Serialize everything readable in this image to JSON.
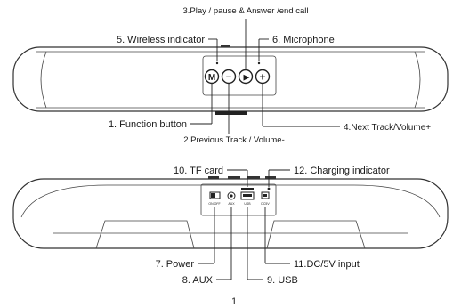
{
  "front_view": {
    "labels": {
      "play_pause": "3.Play / pause & Answer /end call",
      "wireless_indicator": "5. Wireless indicator",
      "microphone": "6. Microphone",
      "function_button": "1. Function button",
      "previous_track": "2.Previous Track / Volume-",
      "next_track": "4.Next Track/Volume+"
    },
    "button_glyphs": [
      "M",
      "−",
      "▶",
      "+"
    ]
  },
  "back_view": {
    "labels": {
      "tf_card": "10. TF card",
      "charging_indicator": "12. Charging indicator",
      "power": "7. Power",
      "aux": "8. AUX",
      "usb": "9. USB",
      "dc_input": "11.DC/5V input"
    },
    "port_marks": {
      "switch": "ON OFF",
      "aux": "AUX",
      "usb": "USB",
      "dc": "DC5V"
    }
  },
  "page_number": "1"
}
